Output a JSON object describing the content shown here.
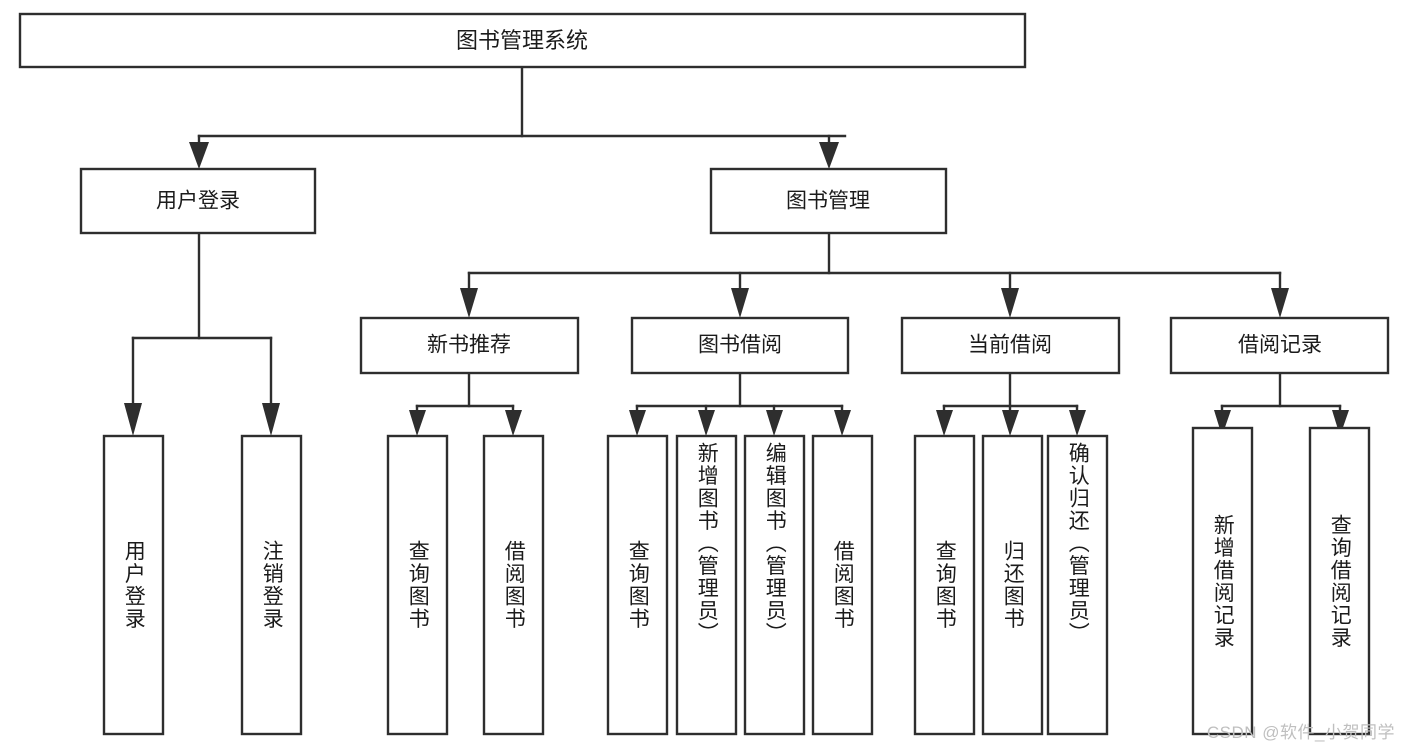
{
  "diagram": {
    "title": "图书管理系统",
    "type": "tree-hierarchy",
    "watermark": "CSDN @软件_小贺同学",
    "colors": {
      "stroke": "#2e2e2e",
      "fill": "#ffffff",
      "text": "#1b1b1b",
      "watermark": "#bfbfbf"
    },
    "root": {
      "label": "图书管理系统"
    },
    "level2": [
      {
        "label": "用户登录"
      },
      {
        "label": "图书管理"
      }
    ],
    "level3": [
      {
        "label": "新书推荐"
      },
      {
        "label": "图书借阅"
      },
      {
        "label": "当前借阅"
      },
      {
        "label": "借阅记录"
      }
    ],
    "leaves": {
      "user_login": [
        {
          "label": "用户登录"
        },
        {
          "label": "注销登录"
        }
      ],
      "new_book_recommend": [
        {
          "label": "查询图书"
        },
        {
          "label": "借阅图书"
        }
      ],
      "book_borrow": [
        {
          "label": "查询图书"
        },
        {
          "label": "新增图书（管理员）"
        },
        {
          "label": "编辑图书（管理员）"
        },
        {
          "label": "借阅图书"
        }
      ],
      "current_borrow": [
        {
          "label": "查询图书"
        },
        {
          "label": "归还图书"
        },
        {
          "label": "确认归还（管理员）"
        }
      ],
      "borrow_record": [
        {
          "label": "新增借阅记录"
        },
        {
          "label": "查询借阅记录"
        }
      ]
    }
  }
}
